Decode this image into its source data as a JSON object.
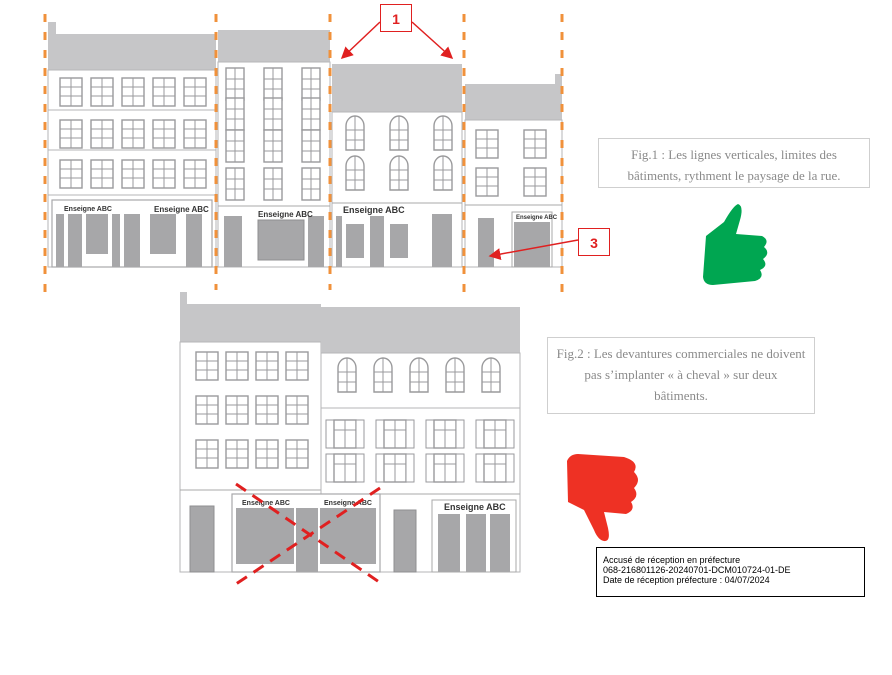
{
  "colors": {
    "roof": "#c6c6c8",
    "wall_line": "#a8a8aa",
    "door": "#a7a7a9",
    "divider": "#f0913b",
    "arrow": "#e02020",
    "thumb_up": "#00a651",
    "thumb_down": "#ee3124"
  },
  "icons": {
    "thumbs_up": "thumbs-up-icon",
    "thumbs_down": "thumbs-down-icon",
    "cross": "cross-icon"
  },
  "callouts": {
    "one": "1",
    "three": "3"
  },
  "fig1": {
    "caption": "Fig.1 : Les lignes verticales, limites des bâtiments, rythment le paysage de la rue.",
    "signs": [
      "Enseigne ABC",
      "Enseigne ABC",
      "Enseigne ABC",
      "Enseigne ABC",
      "Enseigne ABC"
    ]
  },
  "fig2": {
    "caption": "Fig.2 : Les devantures commerciales ne doivent pas s’implanter « à cheval » sur deux bâtiments.",
    "signs": [
      "Enseigne ABC",
      "Enseigne ABC",
      "Enseigne ABC"
    ]
  },
  "stamp": {
    "line1": "Accusé de réception en préfecture",
    "line2": "068-216801126-20240701-DCM010724-01-DE",
    "line3": "Date de réception préfecture : 04/07/2024"
  }
}
